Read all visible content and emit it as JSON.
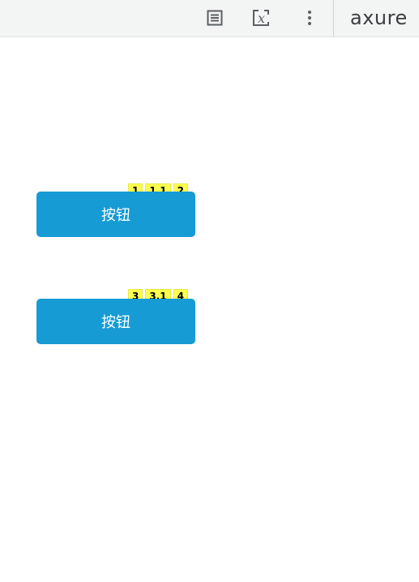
{
  "toolbar": {
    "icons": [
      "notes-icon",
      "function-icon",
      "more-options-icon"
    ],
    "logo_text": "axure",
    "colors": {
      "background": "#f3f4f4",
      "icon": "#5a5f62"
    }
  },
  "canvas": {
    "buttons": [
      {
        "label": "按钮",
        "badges": [
          "1",
          "1.1",
          "2"
        ]
      },
      {
        "label": "按钮",
        "badges": [
          "3",
          "3.1",
          "4"
        ]
      }
    ],
    "colors": {
      "button": "#169bd5",
      "badge": "#ffff4d"
    }
  }
}
